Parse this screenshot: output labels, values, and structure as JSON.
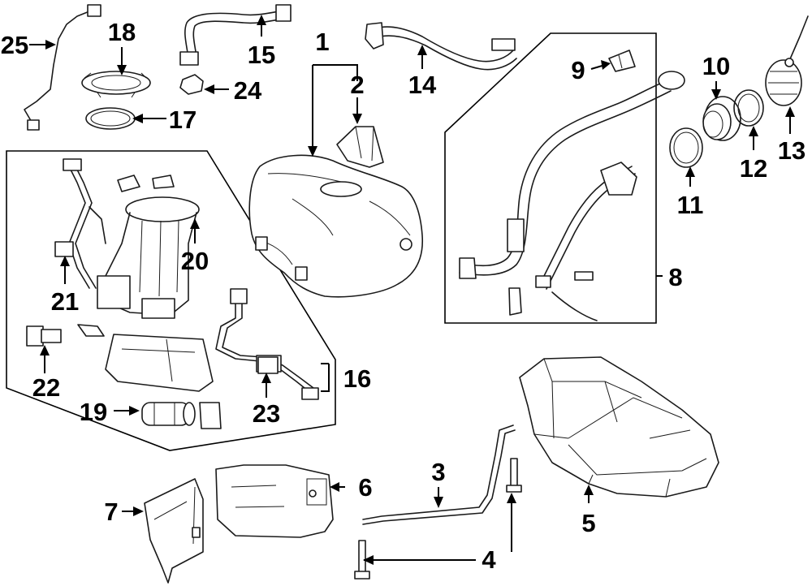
{
  "callouts": {
    "c1": "1",
    "c2": "2",
    "c3": "3",
    "c4": "4",
    "c5": "5",
    "c6": "6",
    "c7": "7",
    "c8": "8",
    "c9": "9",
    "c10": "10",
    "c11": "11",
    "c12": "12",
    "c13": "13",
    "c14": "14",
    "c15": "15",
    "c16": "16",
    "c17": "17",
    "c18": "18",
    "c19": "19",
    "c20": "20",
    "c21": "21",
    "c22": "22",
    "c23": "23",
    "c24": "24",
    "c25": "25"
  },
  "colors": {
    "line": "#1a1a1a",
    "background": "#ffffff"
  }
}
